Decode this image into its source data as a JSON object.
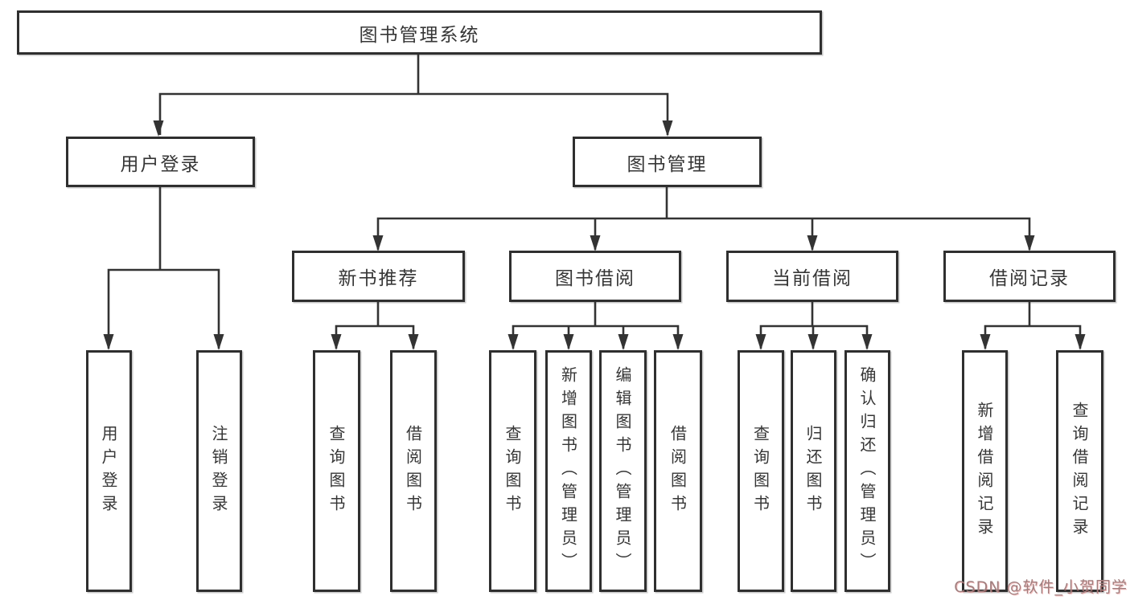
{
  "diagram_type": "hierarchy-tree",
  "tree": {
    "label": "图书管理系统",
    "children": [
      {
        "label": "用户登录",
        "children": [
          {
            "label": "用户登录"
          },
          {
            "label": "注销登录"
          }
        ]
      },
      {
        "label": "图书管理",
        "children": [
          {
            "label": "新书推荐",
            "children": [
              {
                "label": "查询图书"
              },
              {
                "label": "借阅图书"
              }
            ]
          },
          {
            "label": "图书借阅",
            "children": [
              {
                "label": "查询图书"
              },
              {
                "label": "新增图书（管理员）"
              },
              {
                "label": "编辑图书（管理员）"
              },
              {
                "label": "借阅图书"
              }
            ]
          },
          {
            "label": "当前借阅",
            "children": [
              {
                "label": "查询图书"
              },
              {
                "label": "归还图书"
              },
              {
                "label": "确认归还（管理员）"
              }
            ]
          },
          {
            "label": "借阅记录",
            "children": [
              {
                "label": "新增借阅记录"
              },
              {
                "label": "查询借阅记录"
              }
            ]
          }
        ]
      }
    ]
  },
  "watermark": {
    "text": "CSDN @软件_小贺同学"
  },
  "colors": {
    "line": "#333333",
    "border": "#2f2f2f",
    "text": "#363636",
    "background": "#ffffff",
    "watermark": "#a07f7f"
  }
}
